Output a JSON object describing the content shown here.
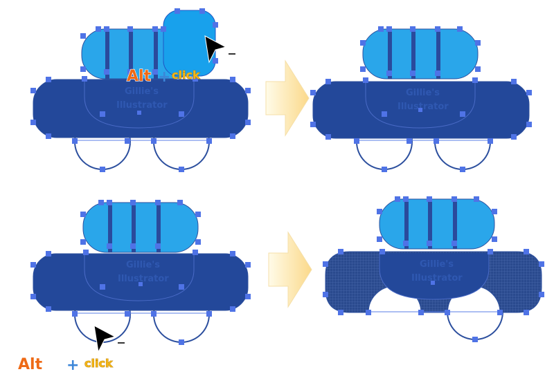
{
  "panels": [
    {
      "id": "step-1",
      "watermark": [
        "Gillie's",
        "Illustrator"
      ],
      "modifier": {
        "key": "Alt",
        "plus": "+",
        "target": "click"
      }
    },
    {
      "id": "result-1",
      "watermark": [
        "Gillie's",
        "Illustrator"
      ]
    },
    {
      "id": "step-2",
      "watermark": [
        "Gillie's",
        "Illustrator"
      ],
      "modifier": {
        "key": "Alt",
        "plus": "+",
        "target": "click"
      }
    },
    {
      "id": "result-2",
      "watermark": [
        "Gillie's",
        "Illustrator"
      ]
    }
  ],
  "colors": {
    "body": "#23489a",
    "body_dark": "#1e3f86",
    "cabin": "#2aa6ea",
    "outline": "#2c4f9e",
    "handle": "#4f73e6",
    "arrow_light": "#fffbe8",
    "arrow_dark": "#fbd98a",
    "alt_text": "#ee6a16",
    "plus": "#3c86d8",
    "key": "#f2b518"
  },
  "icons": [
    "selection-arrow-cursor-icon",
    "minus-sign-icon",
    "right-arrow-icon",
    "alt-key-icon"
  ]
}
